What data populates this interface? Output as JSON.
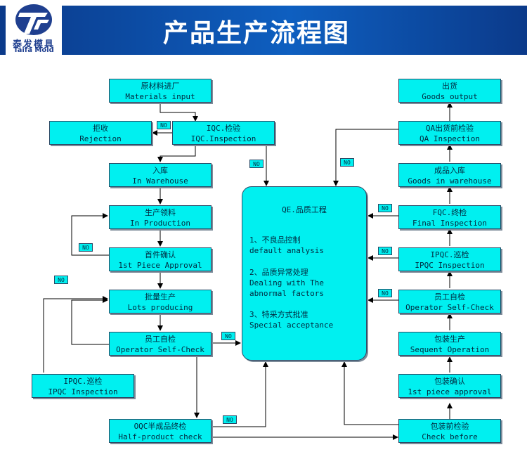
{
  "header": {
    "title": "产品生产流程图",
    "logo_cn": "泰发模具",
    "logo_en": "Taifa Mold"
  },
  "boxes": {
    "materials_input": {
      "cn": "原材料进厂",
      "en": "Materials input"
    },
    "rejection": {
      "cn": "拒收",
      "en": "Rejection"
    },
    "iqc_inspection": {
      "cn": "IQC.检验",
      "en": "IQC.Inspection"
    },
    "in_warehouse": {
      "cn": "入库",
      "en": "In Warehouse"
    },
    "in_production": {
      "cn": "生产领料",
      "en": "In Production"
    },
    "first_piece_approval": {
      "cn": "首件确认",
      "en": "1st Piece Approval"
    },
    "lots_producing": {
      "cn": "批量生产",
      "en": "Lots producing"
    },
    "operator_self_check_left": {
      "cn": "员工自检",
      "en": "Operator Self-Check"
    },
    "ipqc_inspection_left": {
      "cn": "IPQC.巡检",
      "en": "IPQC Inspection"
    },
    "half_product_check": {
      "cn": "OQC半成品终检",
      "en": "Half-product check"
    },
    "goods_output": {
      "cn": "出货",
      "en": "Goods output"
    },
    "qa_inspection": {
      "cn": "QA出货前检验",
      "en": "QA Inspection"
    },
    "goods_in_warehouse": {
      "cn": "成品入库",
      "en": "Goods in warehouse"
    },
    "final_inspection": {
      "cn": "FQC.终检",
      "en": "Final Inspection"
    },
    "ipqc_inspection_right": {
      "cn": "IPQC.巡检",
      "en": "IPQC Inspection"
    },
    "operator_self_check_right": {
      "cn": "员工自检",
      "en": "Operator Self-Check"
    },
    "sequent_operation": {
      "cn": "包装生产",
      "en": "Sequent Operation"
    },
    "packing_first_piece": {
      "cn": "包装确认",
      "en": "1st piece approval"
    },
    "check_before_packing": {
      "cn": "包装前检验",
      "en": "Check before"
    }
  },
  "qe": {
    "title": "QE.品质工程",
    "item1_cn": "1、不良品控制",
    "item1_en": "default analysis",
    "item2_cn": "2、品质异常处理",
    "item2_en1": "Dealing with The",
    "item2_en2": "abnormal factors",
    "item3_cn": "3、特采方式批准",
    "item3_en": "Special acceptance"
  },
  "no_label": "NO",
  "colors": {
    "box_fill": "#00f0f0",
    "header": "#0e5fc0",
    "line": "#000000"
  }
}
